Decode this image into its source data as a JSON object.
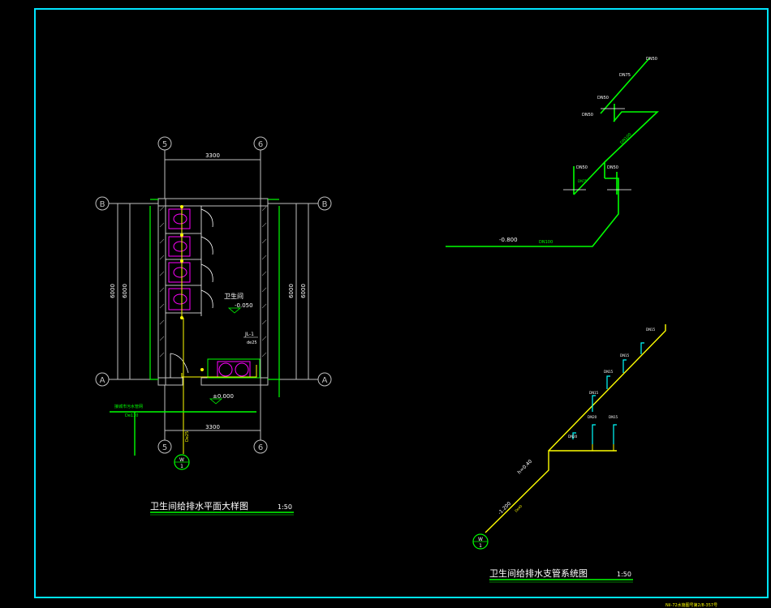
{
  "colors": {
    "frame": "#00e5ff",
    "dim": "#ffffff",
    "wall": "#bfbfbf",
    "water": "#ffff00",
    "drain": "#00ff00",
    "fixture": "#ff00ff",
    "valve": "#00ffff"
  },
  "plan": {
    "axes": {
      "col_left": "5",
      "col_right": "6",
      "row_top": "B",
      "row_bottom": "A"
    },
    "dim_top": "3300",
    "dim_bottom": "3300",
    "dim_left_inner": "6000",
    "dim_left_outer": "6000",
    "dim_right_inner": "6000",
    "dim_right_outer": "6000",
    "room_name": "卫生间",
    "floor_level": "-0.050",
    "outdoor_level": "±0.000",
    "riser_label": "JL-1",
    "riser_size": "de25",
    "drain_label": "接城市污水管网",
    "drain_size": "De110",
    "pipe_size_vertical": "De25",
    "section_marker_top": "W",
    "section_marker_bottom": "1"
  },
  "titles": {
    "plan_title": "卫生间给排水平面大样图",
    "plan_scale": "1:50",
    "system_title": "卫生间给排水支管系统图",
    "system_scale": "1:50"
  },
  "drain_system": {
    "level": "-0.800",
    "main_size": "DN100",
    "branch_size": "DN100",
    "fixture_sizes": [
      "DN50",
      "DN50",
      "DN75",
      "DN50",
      "DN50",
      "DN75",
      "DN50"
    ]
  },
  "water_system": {
    "level_main": "-1.200",
    "level_branch": "h=0.40",
    "main_size": "De40",
    "fixture_sizes": [
      "DN20",
      "DN20",
      "DN15",
      "DN15",
      "DN15",
      "DN15",
      "DN15"
    ]
  },
  "footer_note": "Nil-72水施图号第2/8-357号"
}
